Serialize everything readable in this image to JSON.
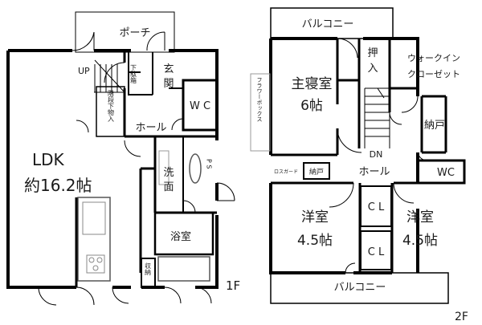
{
  "floor1": {
    "name": "1F",
    "rooms": {
      "porch": "ポーチ",
      "ldk_line1": "LDK",
      "ldk_line2": "約16.2帖",
      "entrance_line1": "玄",
      "entrance_line2": "関",
      "shoe_box": "下駄箱",
      "stair_storage": "階段下物入",
      "hall": "ホール",
      "wc": "W C",
      "washroom_line1": "洗",
      "washroom_line2": "面",
      "bathroom": "浴室",
      "storage": "収納",
      "up": "UP",
      "ps": "P S"
    }
  },
  "floor2": {
    "name": "2F",
    "rooms": {
      "balcony_top": "バルコニー",
      "balcony_bottom": "バルコニー",
      "oshiire_line1": "押",
      "oshiire_line2": "入",
      "wic_line1": "ウォークイン",
      "wic_line2": "クローゼット",
      "master_line1": "主寝室",
      "master_line2": "6帖",
      "flower_box": "フラワーボックス",
      "nando": "納戸",
      "dn": "DN",
      "hall": "ホール",
      "wc": "WC",
      "ro_guard": "ロスガード",
      "nando_small": "納戸",
      "cl1": "C L",
      "cl2": "C L",
      "western1_line1": "洋室",
      "western1_line2": "4.5帖",
      "western2_line1": "洋室",
      "western2_line2": "4.5帖"
    }
  },
  "colors": {
    "wall": "#000000",
    "line": "#333333",
    "fixture": "#9a9a9a"
  }
}
